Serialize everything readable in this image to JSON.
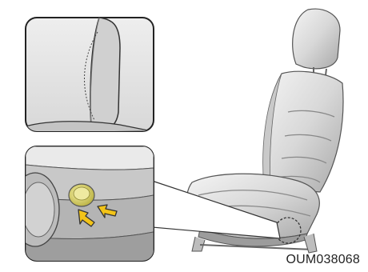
{
  "figure": {
    "code": "OUM038068"
  },
  "icons": [
    "seat-illustration",
    "backrest-side-inset",
    "lumbar-switch-inset",
    "press-arrow-icon"
  ],
  "colors": {
    "panel_bg": "#f2f2f2",
    "seat_light": "#e8e8e8",
    "seat_shadow": "#9a9a9a",
    "outline": "#222222",
    "knob": "#d6d05a",
    "arrow": "#f2c318"
  }
}
